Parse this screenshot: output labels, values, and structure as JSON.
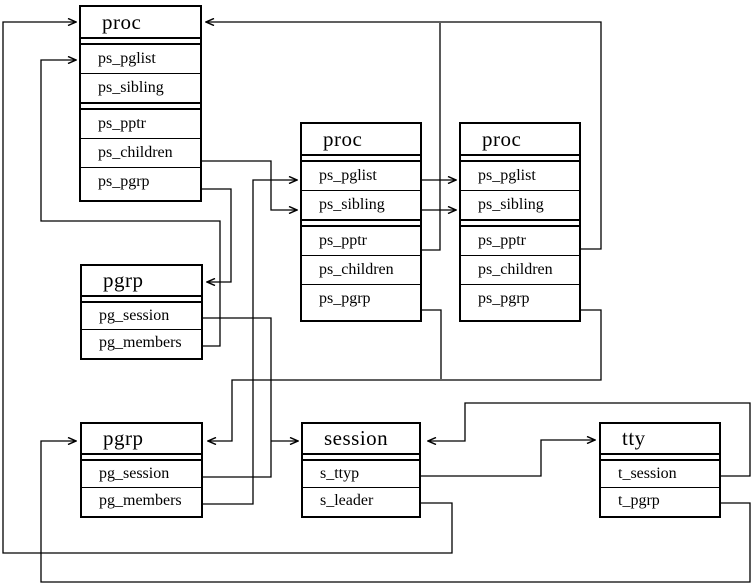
{
  "diagram": {
    "title": "process-group-session-structure-diagram",
    "colors": {
      "line": "#000000",
      "background": "#ffffff"
    },
    "nodes": [
      {
        "id": "proc-top",
        "title": "proc",
        "field_groups": [
          [
            "ps_pglist",
            "ps_sibling"
          ],
          [
            "ps_pptr",
            "ps_children",
            "ps_pgrp"
          ]
        ]
      },
      {
        "id": "proc-mid",
        "title": "proc",
        "field_groups": [
          [
            "ps_pglist",
            "ps_sibling"
          ],
          [
            "ps_pptr",
            "ps_children",
            "ps_pgrp"
          ]
        ]
      },
      {
        "id": "proc-right",
        "title": "proc",
        "field_groups": [
          [
            "ps_pglist",
            "ps_sibling"
          ],
          [
            "ps_pptr",
            "ps_children",
            "ps_pgrp"
          ]
        ]
      },
      {
        "id": "pgrp-upper",
        "title": "pgrp",
        "field_groups": [
          [
            "pg_session",
            "pg_members"
          ]
        ]
      },
      {
        "id": "pgrp-lower",
        "title": "pgrp",
        "field_groups": [
          [
            "pg_session",
            "pg_members"
          ]
        ]
      },
      {
        "id": "session",
        "title": "session",
        "field_groups": [
          [
            "s_ttyp",
            "s_leader"
          ]
        ]
      },
      {
        "id": "tty",
        "title": "tty",
        "field_groups": [
          [
            "t_session",
            "t_pgrp"
          ]
        ]
      }
    ],
    "edges": [
      {
        "id": "e1",
        "from": "session.s_leader",
        "to": "proc-top.title"
      },
      {
        "id": "e2",
        "from": "proc-right.ps_pptr",
        "to": "proc-top.title"
      },
      {
        "id": "e3",
        "from": "proc-mid.ps_pptr",
        "to": "proc-top.title"
      },
      {
        "id": "e4",
        "from": "proc-top.ps_children",
        "to": "proc-mid.ps_sibling"
      },
      {
        "id": "e5",
        "from": "proc-mid.ps_pglist",
        "to": "proc-right.ps_pglist"
      },
      {
        "id": "e6",
        "from": "proc-mid.ps_sibling",
        "to": "proc-right.ps_sibling"
      },
      {
        "id": "e7",
        "from": "proc-top.ps_pgrp",
        "to": "pgrp-upper.title"
      },
      {
        "id": "e8",
        "from": "pgrp-upper.pg_members",
        "to": "proc-top.ps_pglist"
      },
      {
        "id": "e9",
        "from": "pgrp-upper.pg_session",
        "to": "session.title"
      },
      {
        "id": "e9b",
        "from": "pgrp-lower.pg_session",
        "to": "session.title"
      },
      {
        "id": "e10",
        "from": "pgrp-lower.pg_members",
        "to": "proc-mid.ps_pglist"
      },
      {
        "id": "e11",
        "from": "proc-right.ps_pgrp",
        "to": "pgrp-lower.title"
      },
      {
        "id": "e11b",
        "from": "proc-mid.ps_pgrp",
        "to": "pgrp-lower.title"
      },
      {
        "id": "e12",
        "from": "tty.t_pgrp",
        "to": "pgrp-lower.title"
      },
      {
        "id": "e13",
        "from": "session.s_ttyp",
        "to": "tty.title"
      },
      {
        "id": "e14",
        "from": "tty.t_session",
        "to": "session.title"
      }
    ]
  }
}
